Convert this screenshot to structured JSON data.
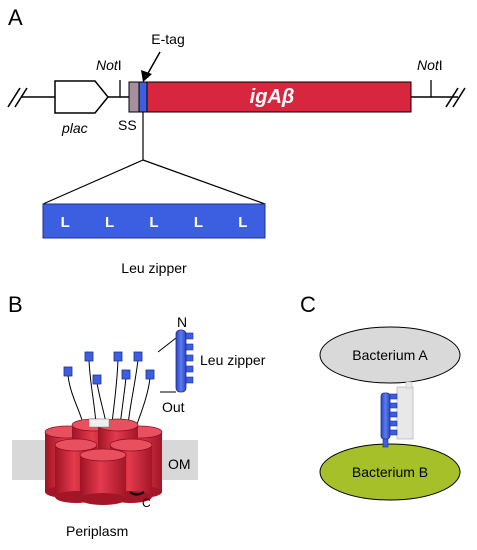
{
  "panels": {
    "a": "A",
    "b": "B",
    "c": "C"
  },
  "panel_a": {
    "etag": "E-tag",
    "notI_left": {
      "italic": "Not",
      "roman": "I"
    },
    "notI_right": {
      "italic": "Not",
      "roman": "I"
    },
    "plac": "plac",
    "ss": "SS",
    "iga_beta": "igAβ",
    "leu_letter": "L",
    "leu_count": 5,
    "leu_caption": "Leu zipper"
  },
  "panel_b": {
    "n_label": "N",
    "leu_zipper": "Leu zipper",
    "out": "Out",
    "om": "OM",
    "c_label": "C",
    "periplasm": "Periplasm"
  },
  "panel_c": {
    "bacterium_a": "Bacterium A",
    "bacterium_b": "Bacterium B"
  },
  "colors": {
    "red": "#d7263d",
    "blue": "#3b5fe0",
    "dark_blue": "#1f2f8f",
    "gray": "#d8d8d8",
    "signal_seq": "#a88f9e",
    "bacterium_a": "#d9d9d9",
    "bacterium_b": "#a6c02a"
  }
}
